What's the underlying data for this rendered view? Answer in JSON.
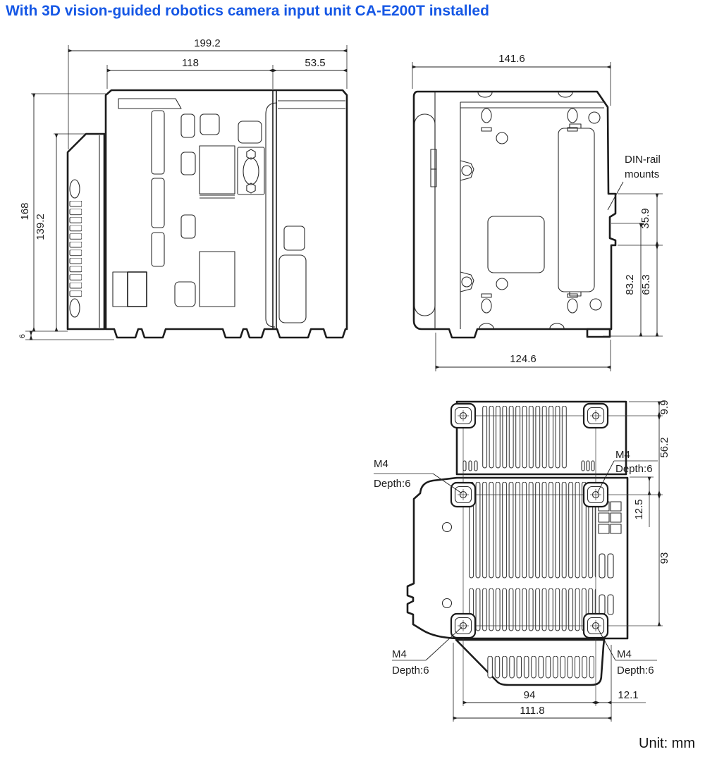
{
  "title": "With 3D vision-guided robotics camera input unit CA-E200T installed",
  "unit_note": "Unit: mm",
  "colors": {
    "title_blue": "#1557E5",
    "line_color": "#1C1C1C"
  },
  "front_view": {
    "dims": {
      "overall_width": "199.2",
      "controller_width": "118",
      "expansion_width": "53.5",
      "overall_height": "168",
      "camera_unit_height": "139.2",
      "bottom_offset": "6"
    }
  },
  "side_view": {
    "din_rail_label_line1": "DIN-rail",
    "din_rail_label_line2": "mounts",
    "dims": {
      "overall_depth": "141.6",
      "din_top_offset": "35.9",
      "din_span_outer": "83.2",
      "din_span_inner": "65.3",
      "base_depth": "124.6"
    }
  },
  "bottom_view": {
    "screw_label_line1": "M4",
    "screw_label_line2": "Depth:6",
    "dims": {
      "top_edge_to_holes": "9.9",
      "hole_pitch_upper": "56.2",
      "section_offset": "12.5",
      "hole_pitch_lower": "93",
      "hole_span_width": "94",
      "hole_to_edge": "12.1",
      "overall_width": "111.8"
    }
  }
}
